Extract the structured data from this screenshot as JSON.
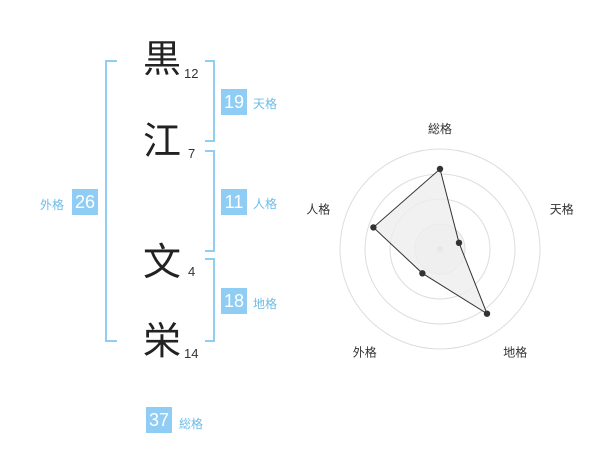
{
  "name_characters": [
    {
      "char": "黒",
      "strokes": "12"
    },
    {
      "char": "江",
      "strokes": "7"
    },
    {
      "char": "文",
      "strokes": "4"
    },
    {
      "char": "栄",
      "strokes": "14"
    }
  ],
  "fortunes": {
    "tenkaku": {
      "value": "19",
      "label": "天格"
    },
    "jinkaku": {
      "value": "11",
      "label": "人格"
    },
    "chikaku": {
      "value": "18",
      "label": "地格"
    },
    "gaikaku": {
      "value": "26",
      "label": "外格"
    },
    "soukaku": {
      "value": "37",
      "label": "総格"
    }
  },
  "colors": {
    "accent": "#8fcdf5",
    "label_text": "#6bbce9",
    "radar_fill": "#eeeeee",
    "radar_line": "#333333"
  },
  "chart_data": {
    "type": "radar",
    "axes": [
      "総格",
      "天格",
      "地格",
      "外格",
      "人格"
    ],
    "values": [
      4,
      1,
      4,
      1.5,
      3.5
    ],
    "range": [
      0,
      5
    ],
    "rings": 4
  }
}
